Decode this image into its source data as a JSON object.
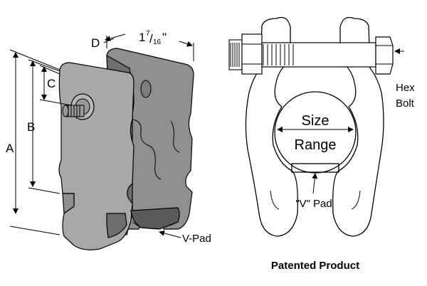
{
  "left_view": {
    "dim_d": "D",
    "dim_width_whole": "1",
    "dim_width_num": "7",
    "dim_width_den": "16",
    "dim_width_unit": "\"",
    "dim_c": "C",
    "dim_b": "B",
    "dim_a": "A",
    "vpad_label": "V-Pad"
  },
  "right_view": {
    "hex_label_line1": "Hex",
    "hex_label_line2": "Bolt",
    "size_label": "Size",
    "range_label": "Range",
    "pad_label": "\"V\" Pad",
    "caption": "Patented Product"
  },
  "colors": {
    "body_gray": "#8f8f8f",
    "outline": "#000000",
    "background": "#ffffff"
  }
}
